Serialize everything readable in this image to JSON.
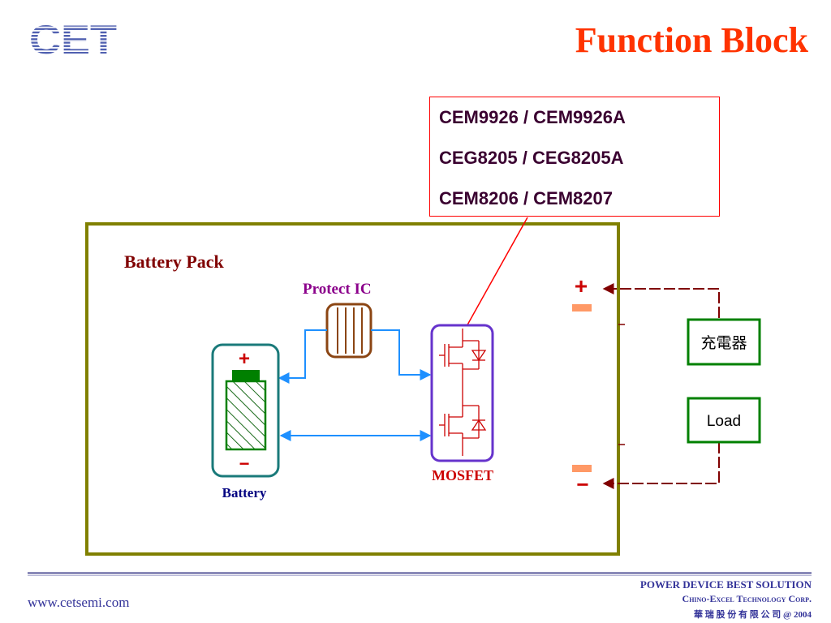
{
  "header": {
    "logo_text": "CET",
    "title": "Function Block"
  },
  "parts": [
    "CEM9926 / CEM9926A",
    "CEG8205 / CEG8205A",
    "CEM8206 / CEM8207"
  ],
  "diagram": {
    "battery_pack_label": "Battery Pack",
    "protect_ic_label": "Protect IC",
    "battery_label": "Battery",
    "mosfet_label": "MOSFET",
    "battery_plus": "+",
    "battery_minus": "−",
    "terminal_plus": "+",
    "terminal_minus": "−",
    "charger_label": "充電器",
    "load_label": "Load"
  },
  "colors": {
    "title": "#ff3300",
    "pack_border": "#808000",
    "pack_label": "#800000",
    "protect_ic_label": "#8b008b",
    "battery_label": "#000080",
    "mosfet_label": "#cc0000",
    "blue_arrow": "#1e90ff",
    "teal_box": "#1a7a7a",
    "green_box": "#008000",
    "purple_box": "#6633cc",
    "dark_red_wire": "#800000",
    "terminal_bar": "#ff9966",
    "footer_text": "#333399"
  },
  "footer": {
    "url": "www.cetsemi.com",
    "tagline": "POWER DEVICE BEST SOLUTION",
    "company": "Chino-Excel Technology Corp.",
    "chinese_line": "華 瑞 股 份 有 限 公 司 @ 2004"
  }
}
